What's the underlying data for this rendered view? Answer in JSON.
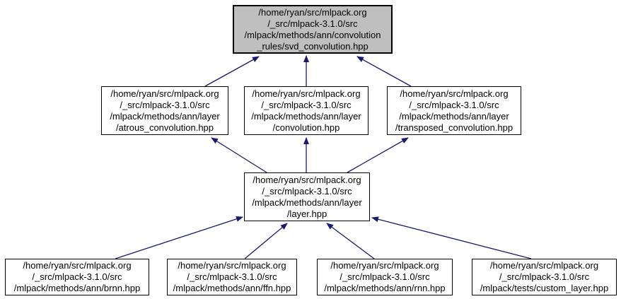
{
  "diagram": {
    "type": "doxygen-include-dependency-graph",
    "root_file": "svd_convolution.hpp",
    "colors": {
      "background": "#ffffff",
      "edge": "#191970",
      "node_border": "#000000",
      "node_fill": "#ffffff",
      "highlighted_node_fill": "#bfbfbf",
      "text": "#000000"
    },
    "nodes": [
      {
        "id": "svd_convolution",
        "highlighted": true,
        "lines": [
          "/home/ryan/src/mlpack.org",
          "/_src/mlpack-3.1.0/src",
          "/mlpack/methods/ann/convolution",
          "_rules/svd_convolution.hpp"
        ]
      },
      {
        "id": "atrous_convolution",
        "highlighted": false,
        "lines": [
          "/home/ryan/src/mlpack.org",
          "/_src/mlpack-3.1.0/src",
          "/mlpack/methods/ann/layer",
          "/atrous_convolution.hpp"
        ]
      },
      {
        "id": "convolution",
        "highlighted": false,
        "lines": [
          "/home/ryan/src/mlpack.org",
          "/_src/mlpack-3.1.0/src",
          "/mlpack/methods/ann/layer",
          "/convolution.hpp"
        ]
      },
      {
        "id": "transposed_convolution",
        "highlighted": false,
        "lines": [
          "/home/ryan/src/mlpack.org",
          "/_src/mlpack-3.1.0/src",
          "/mlpack/methods/ann/layer",
          "/transposed_convolution.hpp"
        ]
      },
      {
        "id": "layer",
        "highlighted": false,
        "lines": [
          "/home/ryan/src/mlpack.org",
          "/_src/mlpack-3.1.0/src",
          "/mlpack/methods/ann/layer",
          "/layer.hpp"
        ]
      },
      {
        "id": "brnn",
        "highlighted": false,
        "lines": [
          "/home/ryan/src/mlpack.org",
          "/_src/mlpack-3.1.0/src",
          "/mlpack/methods/ann/brnn.hpp"
        ]
      },
      {
        "id": "ffn",
        "highlighted": false,
        "lines": [
          "/home/ryan/src/mlpack.org",
          "/_src/mlpack-3.1.0/src",
          "/mlpack/methods/ann/ffn.hpp"
        ]
      },
      {
        "id": "rnn",
        "highlighted": false,
        "lines": [
          "/home/ryan/src/mlpack.org",
          "/_src/mlpack-3.1.0/src",
          "/mlpack/methods/ann/rnn.hpp"
        ]
      },
      {
        "id": "custom_layer",
        "highlighted": false,
        "lines": [
          "/home/ryan/src/mlpack.org",
          "/_src/mlpack-3.1.0/src",
          "/mlpack/tests/custom_layer.hpp"
        ]
      }
    ],
    "edges": [
      {
        "from": "atrous_convolution",
        "to": "svd_convolution"
      },
      {
        "from": "convolution",
        "to": "svd_convolution"
      },
      {
        "from": "transposed_convolution",
        "to": "svd_convolution"
      },
      {
        "from": "layer",
        "to": "atrous_convolution"
      },
      {
        "from": "layer",
        "to": "convolution"
      },
      {
        "from": "layer",
        "to": "transposed_convolution"
      },
      {
        "from": "brnn",
        "to": "layer"
      },
      {
        "from": "ffn",
        "to": "layer"
      },
      {
        "from": "rnn",
        "to": "layer"
      },
      {
        "from": "custom_layer",
        "to": "layer"
      }
    ]
  }
}
